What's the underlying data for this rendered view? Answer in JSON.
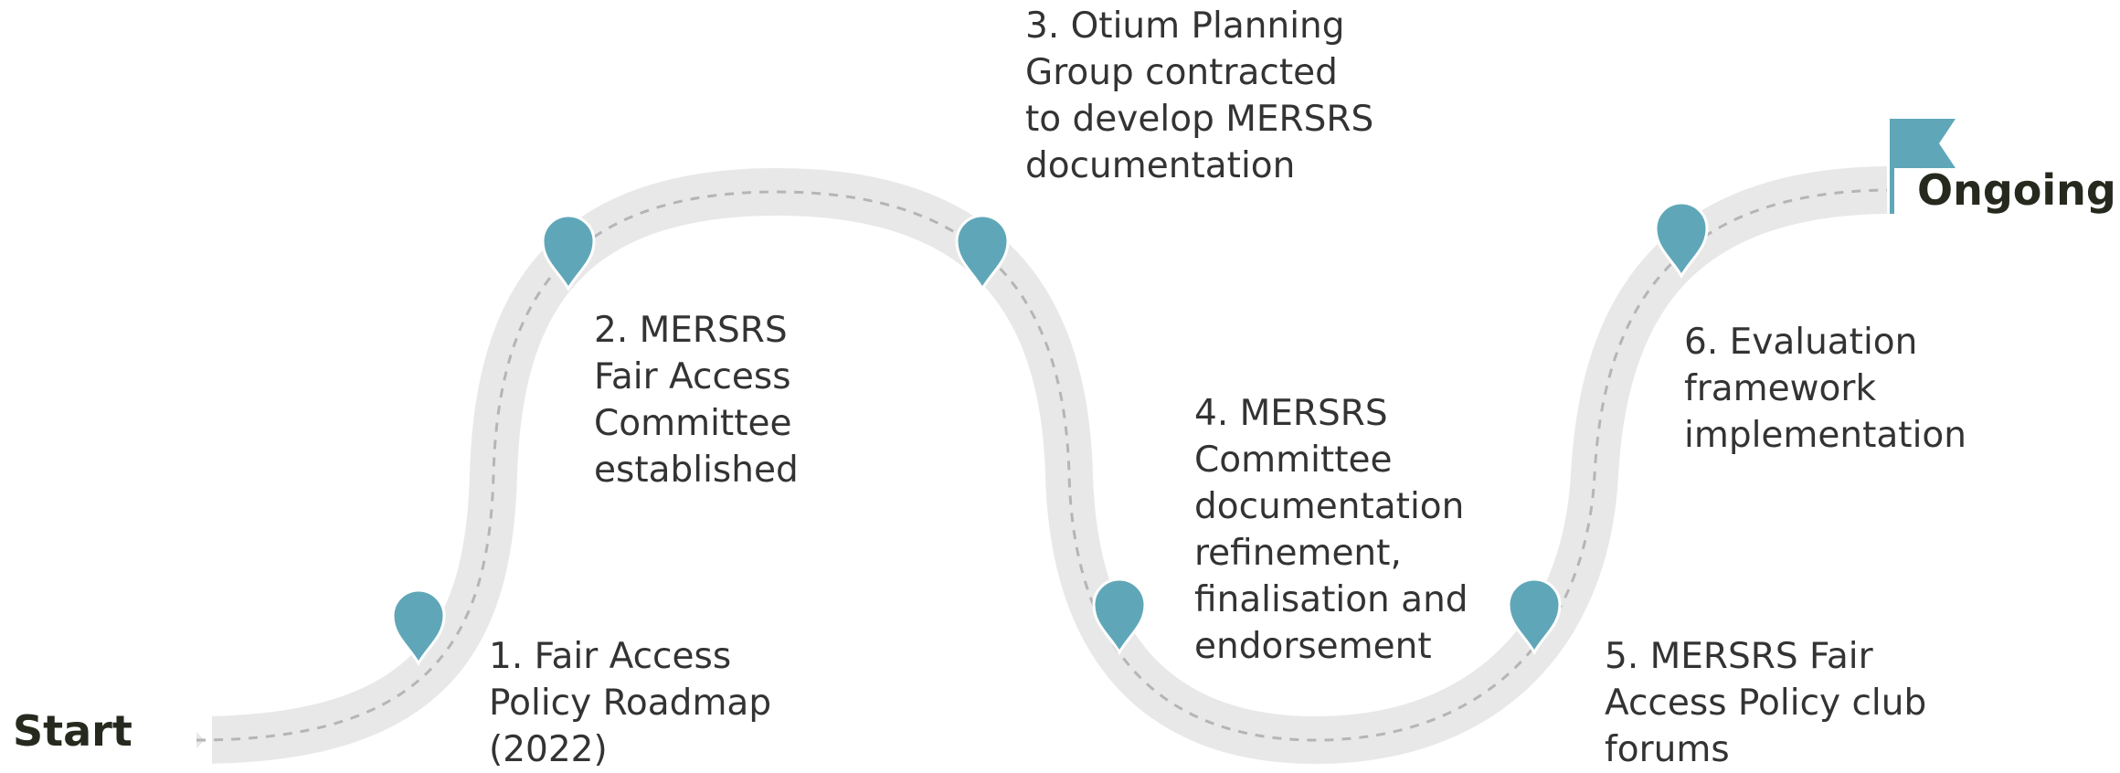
{
  "timeline": {
    "start_label": "Start",
    "end_label": "Ongoing",
    "milestones": [
      {
        "label": "1. Fair Access\nPolicy Roadmap\n(2022)"
      },
      {
        "label": "2. MERSRS\nFair Access\nCommittee\nestablished"
      },
      {
        "label": "3. Otium Planning\nGroup contracted\nto develop MERSRS\ndocumentation"
      },
      {
        "label": "4. MERSRS\nCommittee\ndocumentation\nrefinement,\nfinalisation and\nendorsement"
      },
      {
        "label": "5. MERSRS Fair\nAccess Policy club\nforums"
      },
      {
        "label": "6. Evaluation\nframework\nimplementation"
      }
    ]
  },
  "colors": {
    "road": "#e8e8e8",
    "road_dash": "#b5b5b5",
    "marker": "#5fa7b8",
    "flag": "#5fa7b8",
    "label_text": "#333333",
    "endpoint_text": "#262a1e"
  },
  "icons": {
    "marker": "map-pin-icon",
    "flag": "flag-icon"
  }
}
